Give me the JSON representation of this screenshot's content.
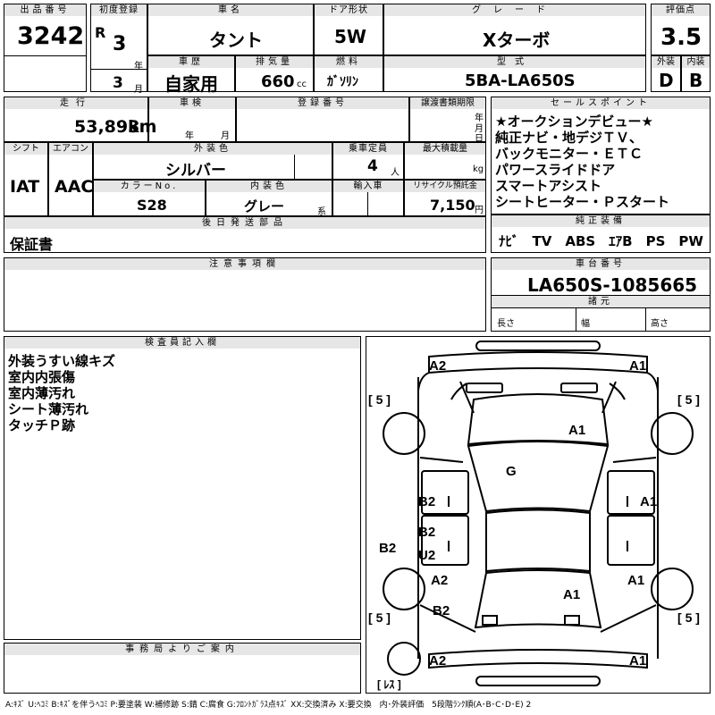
{
  "header": {
    "lot_label": "出品番号",
    "lot_number": "3242",
    "first_reg_label": "初度登録",
    "era": "R",
    "year": "3",
    "year_unit": "年",
    "month": "3",
    "month_unit": "月",
    "car_name_label": "車名",
    "car_name": "タント",
    "door_label": "ドア形状",
    "door": "5W",
    "grade_label": "グレード",
    "grade": "Xターボ",
    "score_label": "評価点",
    "score": "3.5",
    "history_label": "車歴",
    "history": "自家用",
    "displacement_label": "排気量",
    "displacement": "660",
    "displacement_unit": "cc",
    "fuel_label": "燃料",
    "fuel": "ｶﾞｿﾘﾝ",
    "model_label": "型式",
    "model": "5BA-LA650S",
    "exterior_label": "外装",
    "exterior": "D",
    "interior_label": "内装",
    "interior": "B"
  },
  "details": {
    "mileage_label": "走行",
    "mileage": "53,893",
    "mileage_unit": "km",
    "inspection_label": "車検",
    "inspection_year_unit": "年",
    "inspection_month_unit": "月",
    "plate_label": "登録番号",
    "transfer_label": "譲渡書類期限",
    "transfer_year_unit": "年",
    "transfer_month_unit": "月",
    "transfer_day_unit": "日",
    "shift_label": "シフト",
    "shift": "IAT",
    "aircon_label": "エアコン",
    "aircon": "AAC",
    "ext_color_label": "外装色",
    "ext_color": "シルバー",
    "capacity_label": "乗車定員",
    "capacity": "4",
    "capacity_unit": "人",
    "max_load_label": "最大積載量",
    "max_load_unit": "kg",
    "color_no_label": "カラーNo.",
    "color_no": "S28",
    "int_color_label": "内装色",
    "int_color": "グレー",
    "int_color_unit": "系",
    "import_label": "輸入車",
    "recycle_label": "リサイクル預託金",
    "recycle": "7,150",
    "recycle_unit": "円",
    "later_parts_label": "後日発送部品",
    "later_parts": "保証書"
  },
  "sales_points": {
    "label": "セールスポイント",
    "lines": [
      "★オークションデビュー★",
      "純正ナビ・地デジＴＶ、",
      "バックモニター・ＥＴＣ",
      "パワースライドドア",
      "スマートアシスト",
      "シートヒーター・Ｐスタート"
    ]
  },
  "equipment": {
    "label": "純正装備",
    "items": "ﾅﾋﾞ　TV　ABS　ｴｱB　PS　PW"
  },
  "chassis": {
    "label": "車台番号",
    "number": "LA650S-1085665",
    "specs_label": "諸元",
    "length_label": "長さ",
    "width_label": "幅",
    "height_label": "高さ"
  },
  "notes": {
    "label": "注意事項欄"
  },
  "inspector": {
    "label": "検査員記入欄",
    "lines": [
      "外装うすい線キズ",
      "室内内張傷",
      "室内薄汚れ",
      "シート薄汚れ",
      "タッチＰ跡"
    ]
  },
  "office": {
    "label": "事務局よりご案内"
  },
  "diagram": {
    "marks": {
      "front_left": "A2",
      "front_right": "A1",
      "hood": "A1",
      "windshield": "G",
      "left_front_door": "B2",
      "right_front_door": "A1",
      "left_rear_door": "B2",
      "left_rear_door_2": "U2",
      "left_side": "B2",
      "left_rear_fender": "A2",
      "left_rear_quarter": "B2",
      "roof": "A1",
      "right_rear_fender": "A1",
      "rear_left": "A2",
      "rear_right": "A1"
    },
    "tread": {
      "front_left": "5",
      "front_right": "5",
      "rear_left": "5",
      "rear_right": "5",
      "spare": "ﾚｽ"
    }
  },
  "legend": "A:ｷｽﾞ U:ﾍｺﾐ B:ｷｽﾞを伴うﾍｺﾐ P:要塗装 W:補修跡 S:錆 C:腐食 G:ﾌﾛﾝﾄｶﾞﾗｽ点ｷｽﾞ XX:交換済み X:要交換　内･外装評価　5段階ﾗﾝｸ順(A･B･C･D･E) 2"
}
